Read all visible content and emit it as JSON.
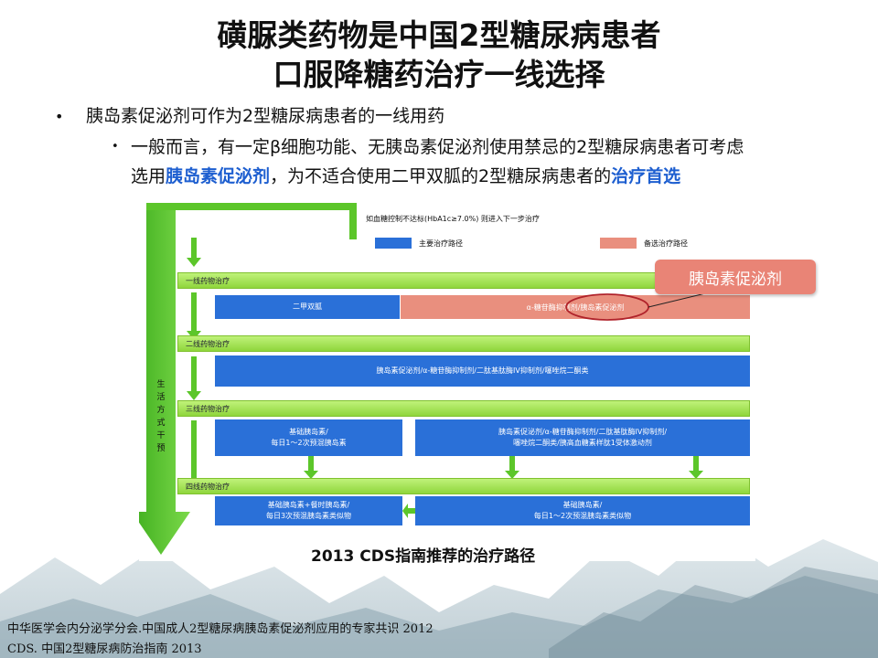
{
  "title": {
    "line1": "磺脲类药物是中国2型糖尿病患者",
    "line2": "口服降糖药治疗一线选择"
  },
  "bullets": {
    "level1": "胰岛素促泌剂可作为2型糖尿病患者的一线用药",
    "level2_part1": "一般而言，有一定β细胞功能、无胰岛素促泌剂使用禁忌的2型糖尿病患者可考虑",
    "level2_part2a": "选用",
    "level2_hl1": "胰岛素促泌剂",
    "level2_part2b": "，为不适合使用二甲双胍的2型糖尿病患者的",
    "level2_hl2": "治疗首选"
  },
  "flowchart": {
    "header_note": "如血糖控制不达标(HbA1c≥7.0%) 则进入下一步治疗",
    "legend_main": "主要治疗路径",
    "legend_alt": "备选治疗路径",
    "lifestyle": [
      "生",
      "活",
      "方",
      "式",
      "干",
      "预"
    ],
    "stage1": "一线药物治疗",
    "stage1_main": "二甲双胍",
    "stage1_alt": "α-糖苷酶抑制剂/胰岛素促泌剂",
    "stage2": "二线药物治疗",
    "stage2_box": "胰岛素促泌剂/α-糖苷酶抑制剂/二肽基肽酶IV抑制剂/噻唑烷二酮类",
    "stage3": "三线药物治疗",
    "stage3_left_l1": "基础胰岛素/",
    "stage3_left_l2": "每日1～2次预混胰岛素",
    "stage3_right_l1": "胰岛素促泌剂/α-糖苷酶抑制剂/二肽基肽酶IV抑制剂/",
    "stage3_right_l2": "噻唑烷二酮类/胰高血糖素样肽1受体激动剂",
    "stage4": "四线药物治疗",
    "stage4_left_l1": "基础胰岛素+餐时胰岛素/",
    "stage4_left_l2": "每日3次预混胰岛素类似物",
    "stage4_right_l1": "基础胰岛素/",
    "stage4_right_l2": "每日1～2次预混胰岛素类似物",
    "callout": "胰岛素促泌剂",
    "caption": "2013 CDS指南推荐的治疗路径",
    "colors": {
      "main": "#2a70d8",
      "alt": "#e98f7e",
      "stage": "#9ade4a",
      "arrow": "#5cc62a"
    }
  },
  "references": {
    "ref1": "中华医学会内分泌学分会.中国成人2型糖尿病胰岛素促泌剂应用的专家共识 2012",
    "ref2": "CDS. 中国2型糖尿病防治指南 2013"
  }
}
